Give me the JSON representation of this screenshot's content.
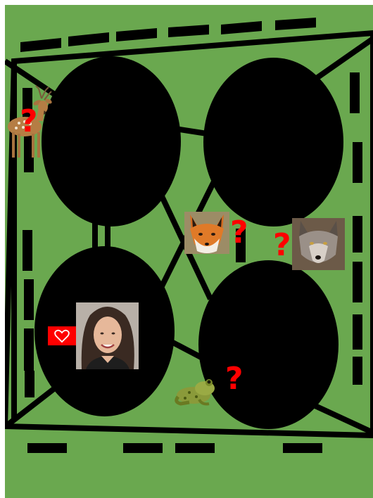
{
  "board": {
    "background_color": "#6aa84f",
    "line_color": "#000000",
    "marker_color": "#ff0000"
  },
  "cells": [
    {
      "id": "top-left",
      "occupant": "empty"
    },
    {
      "id": "top-right",
      "occupant": "empty"
    },
    {
      "id": "bottom-left",
      "occupant": "woman"
    },
    {
      "id": "bottom-right",
      "occupant": "empty"
    }
  ],
  "tokens": [
    {
      "animal": "deer",
      "icon": "deer-icon",
      "marker": "?"
    },
    {
      "animal": "fox",
      "icon": "fox-icon",
      "marker": "?"
    },
    {
      "animal": "wolf",
      "icon": "wolf-icon",
      "marker": "?"
    },
    {
      "animal": "frog",
      "icon": "frog-icon",
      "marker": "?"
    }
  ],
  "player": {
    "icon": "woman-photo",
    "badge_icon": "heart-icon"
  }
}
